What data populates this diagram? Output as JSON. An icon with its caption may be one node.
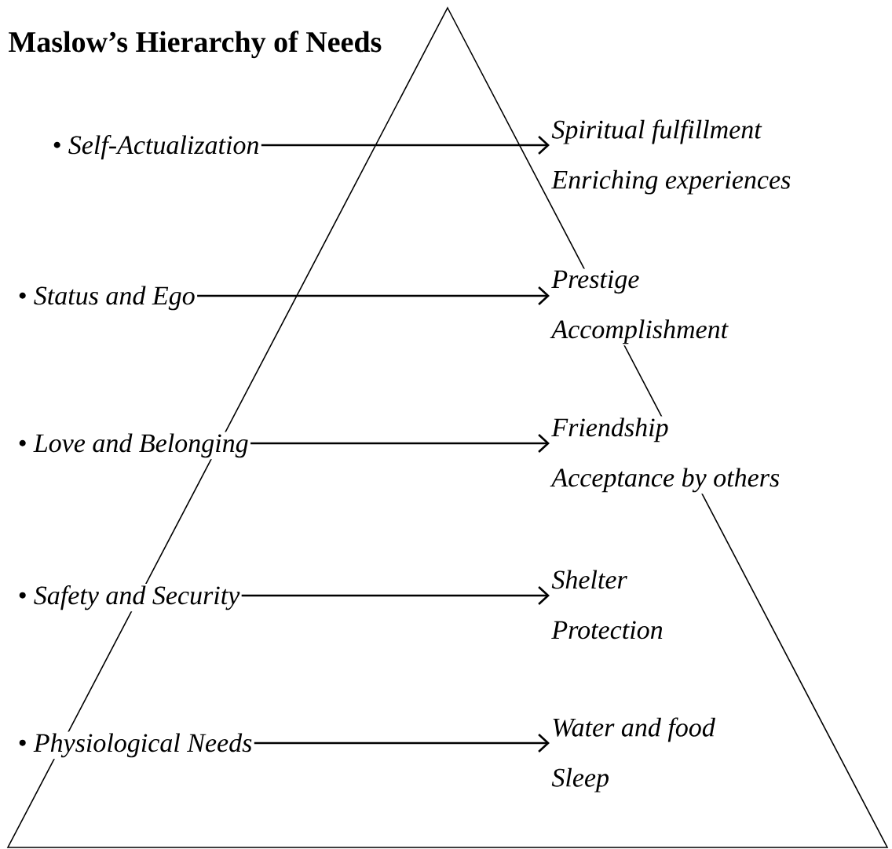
{
  "diagram": {
    "title": "Maslow’s Hierarchy of Needs",
    "nodes": [
      {
        "text": [
          "• Self-Actualization"
        ]
      },
      {
        "text": [
          "Spiritual fulfillment",
          "Enriching experiences"
        ]
      },
      {
        "text": [
          "• Status and Ego"
        ]
      },
      {
        "text": [
          "Prestige",
          "Accomplishment"
        ]
      },
      {
        "text": [
          "• Love and Belonging"
        ]
      },
      {
        "text": [
          "Friendship",
          "Acceptance by others"
        ]
      },
      {
        "text": [
          "• Safety and Security"
        ]
      },
      {
        "text": [
          "Shelter",
          "Protection"
        ]
      },
      {
        "text": [
          "• Physiological Needs"
        ]
      },
      {
        "text": [
          "Water and food",
          "Sleep"
        ]
      }
    ],
    "edges": [
      {
        "from": 0,
        "to": 1,
        "arrow": "to"
      },
      {
        "from": 2,
        "to": 3,
        "arrow": "to"
      },
      {
        "from": 4,
        "to": 5,
        "arrow": "to"
      },
      {
        "from": 6,
        "to": 7,
        "arrow": "to"
      },
      {
        "from": 8,
        "to": 9,
        "arrow": "to"
      }
    ]
  }
}
